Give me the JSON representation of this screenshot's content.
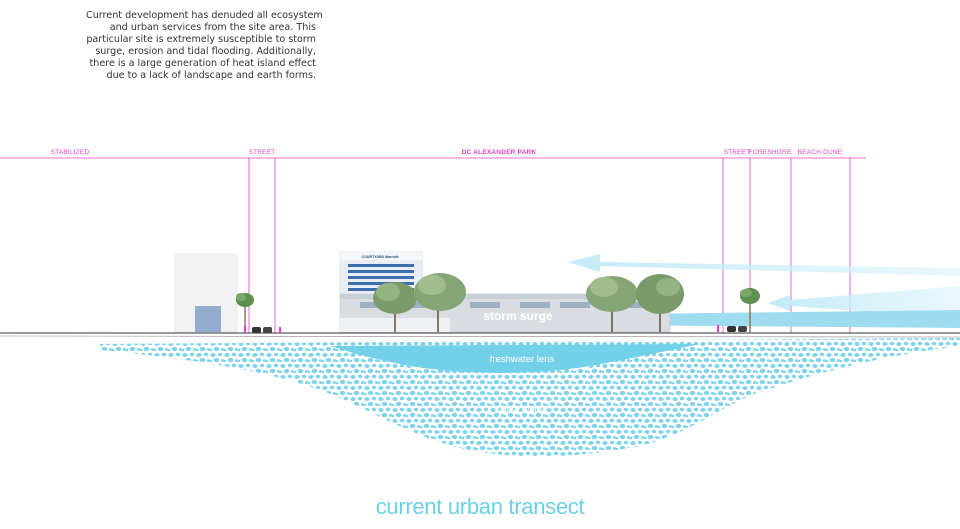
{
  "description": {
    "lines": [
      "Current development has denuded all ecosystem",
      "and urban services from the site area. This",
      "particular site is extremely susceptible to storm",
      "surge, erosion and tidal flooding. Additionally,",
      "there is a large generation of heat island effect",
      "due to a lack of landscape and earth forms."
    ]
  },
  "zones": [
    {
      "label": "STABILIZED"
    },
    {
      "label": "STREET"
    },
    {
      "label": "DC ALEXANDER PARK"
    },
    {
      "label": "STREET"
    },
    {
      "label": "FORESHORE"
    },
    {
      "label": "BEACH DUNE"
    }
  ],
  "labels": {
    "storm_surge": "storm surge",
    "freshwater_lens": "freshwater lens",
    "saline_water": "saline water",
    "hotel_sign": "COURTYARD Marriott"
  },
  "title": "current urban transect",
  "colors": {
    "magenta": "#e040c8",
    "water": "#6dcfe6",
    "arrow": "#aee3f2",
    "title": "#6dcfe6"
  }
}
